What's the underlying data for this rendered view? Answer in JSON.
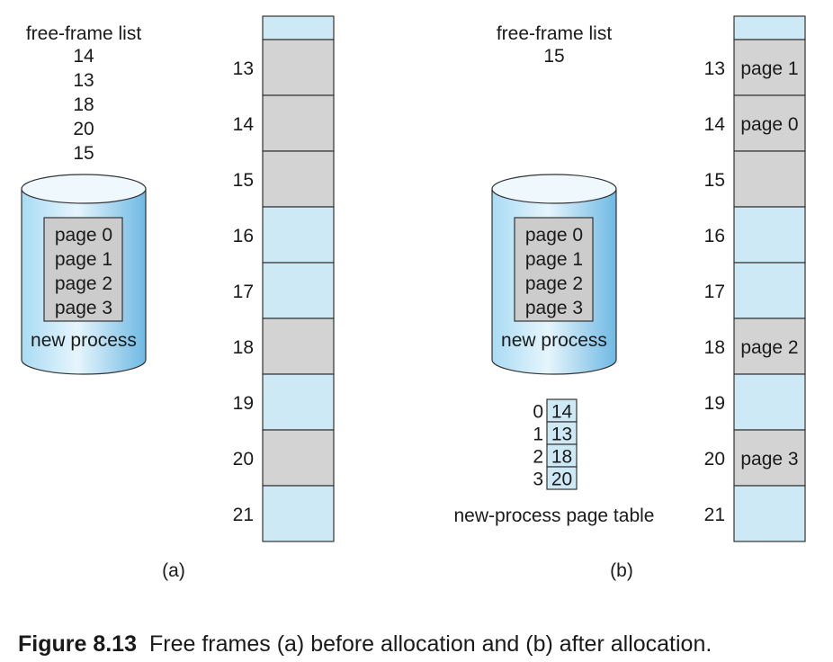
{
  "colors": {
    "free_frame": "#cde9f6",
    "used_frame": "#d3d3d3",
    "outline": "#333333",
    "disk_light": "#eaf6fc",
    "disk_dark": "#7cc3ea"
  },
  "part_a": {
    "free_list_title": "free-frame list",
    "free_list": [
      "14",
      "13",
      "18",
      "20",
      "15"
    ],
    "disk": {
      "pages": [
        "page 0",
        "page 1",
        "page 2",
        "page 3"
      ],
      "label": "new process"
    },
    "frames": [
      {
        "number": "",
        "state": "free",
        "content": ""
      },
      {
        "number": "13",
        "state": "free-listed",
        "content": ""
      },
      {
        "number": "14",
        "state": "free-listed",
        "content": ""
      },
      {
        "number": "15",
        "state": "free-listed",
        "content": ""
      },
      {
        "number": "16",
        "state": "free",
        "content": ""
      },
      {
        "number": "17",
        "state": "free",
        "content": ""
      },
      {
        "number": "18",
        "state": "free-listed",
        "content": ""
      },
      {
        "number": "19",
        "state": "free",
        "content": ""
      },
      {
        "number": "20",
        "state": "free-listed",
        "content": ""
      },
      {
        "number": "21",
        "state": "free",
        "content": ""
      }
    ],
    "sublabel": "(a)"
  },
  "part_b": {
    "free_list_title": "free-frame list",
    "free_list": [
      "15"
    ],
    "disk": {
      "pages": [
        "page 0",
        "page 1",
        "page 2",
        "page 3"
      ],
      "label": "new process"
    },
    "page_table": {
      "rows": [
        {
          "index": "0",
          "frame": "14"
        },
        {
          "index": "1",
          "frame": "13"
        },
        {
          "index": "2",
          "frame": "18"
        },
        {
          "index": "3",
          "frame": "20"
        }
      ],
      "label": "new-process page table"
    },
    "frames": [
      {
        "number": "",
        "state": "free",
        "content": ""
      },
      {
        "number": "13",
        "state": "used",
        "content": "page 1"
      },
      {
        "number": "14",
        "state": "used",
        "content": "page 0"
      },
      {
        "number": "15",
        "state": "free-listed",
        "content": ""
      },
      {
        "number": "16",
        "state": "free",
        "content": ""
      },
      {
        "number": "17",
        "state": "free",
        "content": ""
      },
      {
        "number": "18",
        "state": "used",
        "content": "page 2"
      },
      {
        "number": "19",
        "state": "free",
        "content": ""
      },
      {
        "number": "20",
        "state": "used",
        "content": "page 3"
      },
      {
        "number": "21",
        "state": "free",
        "content": ""
      }
    ],
    "sublabel": "(b)"
  },
  "caption": {
    "figure": "Figure 8.13",
    "text": "Free frames (a) before allocation and (b) after allocation."
  }
}
